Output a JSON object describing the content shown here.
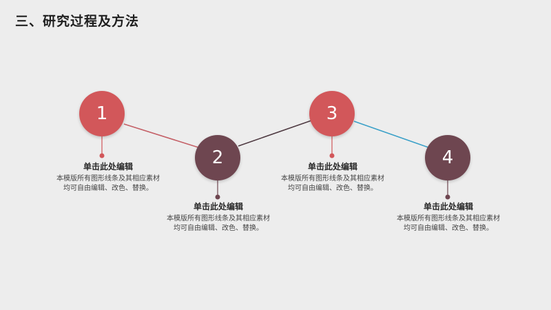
{
  "title": "三、研究过程及方法",
  "colors": {
    "red": "#d2575a",
    "maroon": "#6e4650",
    "connector_red": "#c45f66",
    "connector_dark": "#4f3a42",
    "connector_blue": "#3aa0c8"
  },
  "steps": [
    {
      "number": "1",
      "heading": "单击此处编辑",
      "body": "本模版所有图形线条及其相应素材均可自由编辑、改色、替换。"
    },
    {
      "number": "2",
      "heading": "单击此处编辑",
      "body": "本模版所有图形线条及其相应素材均可自由编辑、改色、替换。"
    },
    {
      "number": "3",
      "heading": "单击此处编辑",
      "body": "本模版所有图形线条及其相应素材均可自由编辑、改色、替换。"
    },
    {
      "number": "4",
      "heading": "单击此处编辑",
      "body": "本模版所有图形线条及其相应素材均可自由编辑、改色、替换。"
    }
  ]
}
